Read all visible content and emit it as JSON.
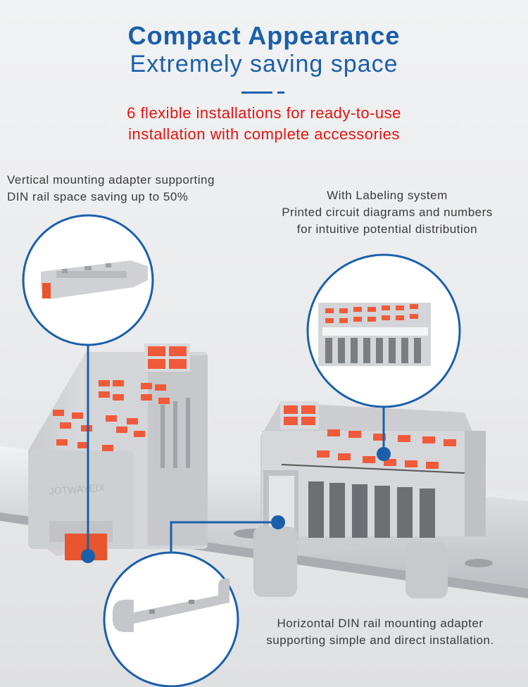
{
  "header": {
    "title": "Compact Appearance",
    "subtitle": "Extremely saving space"
  },
  "highlight": {
    "line1": "6 flexible installations for ready-to-use",
    "line2": "installation with complete accessories"
  },
  "callouts": {
    "vertical": {
      "line1": "Vertical mounting adapter supporting",
      "line2": "DIN rail space saving up to 50%"
    },
    "labeling": {
      "line1": "With Labeling system",
      "line2": "Printed circuit diagrams and numbers",
      "line3": "for intuitive potential distribution"
    },
    "horizontal": {
      "line1": "Horizontal DIN rail mounting adapter",
      "line2": "supporting simple and direct installation."
    }
  },
  "product_marking": "JOTWAYEIX",
  "colors": {
    "brand_blue": "#1b5faa",
    "accent_red": "#e8130f",
    "connector_orange": "#f05a3a",
    "housing_gray": "#cfd1d4"
  }
}
